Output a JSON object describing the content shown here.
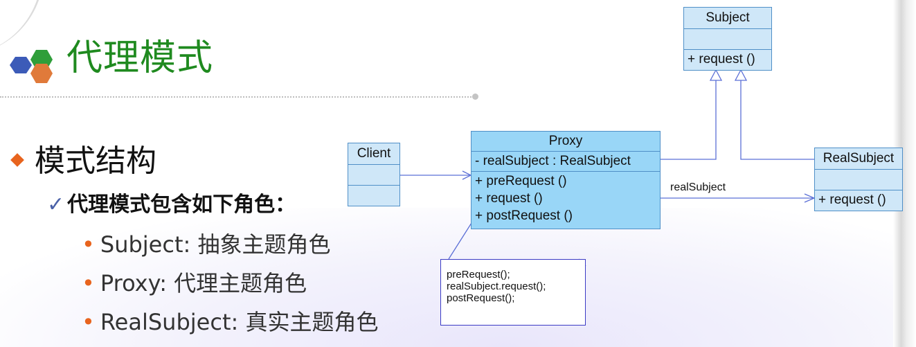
{
  "slide": {
    "title": "代理模式",
    "bullet_level1": "模式结构",
    "bullet_level2": "代理模式包含如下角色：",
    "roles": [
      "Subject: 抽象主题角色",
      "Proxy: 代理主题角色",
      "RealSubject: 真实主题角色"
    ]
  },
  "uml": {
    "subject": {
      "name": "Subject",
      "operations": [
        "+ request ()"
      ]
    },
    "proxy": {
      "name": "Proxy",
      "attributes": [
        "-  realSubject  : RealSubject"
      ],
      "operations": [
        "+  preRequest ()",
        "+  request ()",
        "+  postRequest ()"
      ]
    },
    "client": {
      "name": "Client"
    },
    "realsubject": {
      "name": "RealSubject",
      "operations": [
        "+ request ()"
      ]
    },
    "association_label": "realSubject",
    "note_text": "preRequest();\nrealSubject.request();\npostRequest();"
  },
  "colors": {
    "title_green": "#1f8a1f",
    "bullet_orange": "#e8641e",
    "class_fill": "#cfe7f8",
    "proxy_fill": "#99d6f7",
    "class_border": "#4f8fc7",
    "connector_blue": "#5b6fd6"
  }
}
